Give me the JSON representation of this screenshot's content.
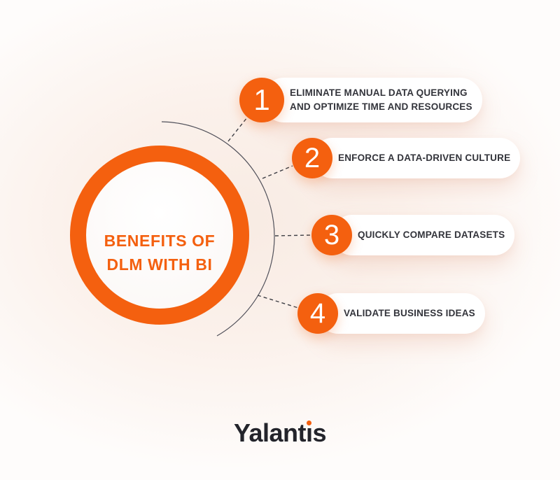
{
  "title": {
    "line1": "BENEFITS OF",
    "line2": "DLM WITH BI"
  },
  "items": [
    {
      "number": "1",
      "lines": [
        "ELIMINATE MANUAL DATA QUERYING",
        "AND OPTIMIZE TIME AND RESOURCES"
      ]
    },
    {
      "number": "2",
      "lines": [
        "ENFORCE A DATA-DRIVEN CULTURE"
      ]
    },
    {
      "number": "3",
      "lines": [
        "QUICKLY COMPARE DATASETS"
      ]
    },
    {
      "number": "4",
      "lines": [
        "VALIDATE BUSINESS IDEAS"
      ]
    }
  ],
  "logo": {
    "text": "Yalantis",
    "part1": "Yalant",
    "dotless_i": "ı",
    "part2": "s"
  },
  "colors": {
    "accent": "#F4600F",
    "text": "#33343B",
    "logo": "#23242B",
    "pill": "#FFFFFF",
    "line": "#50505A",
    "dash": "#3E3F45"
  }
}
